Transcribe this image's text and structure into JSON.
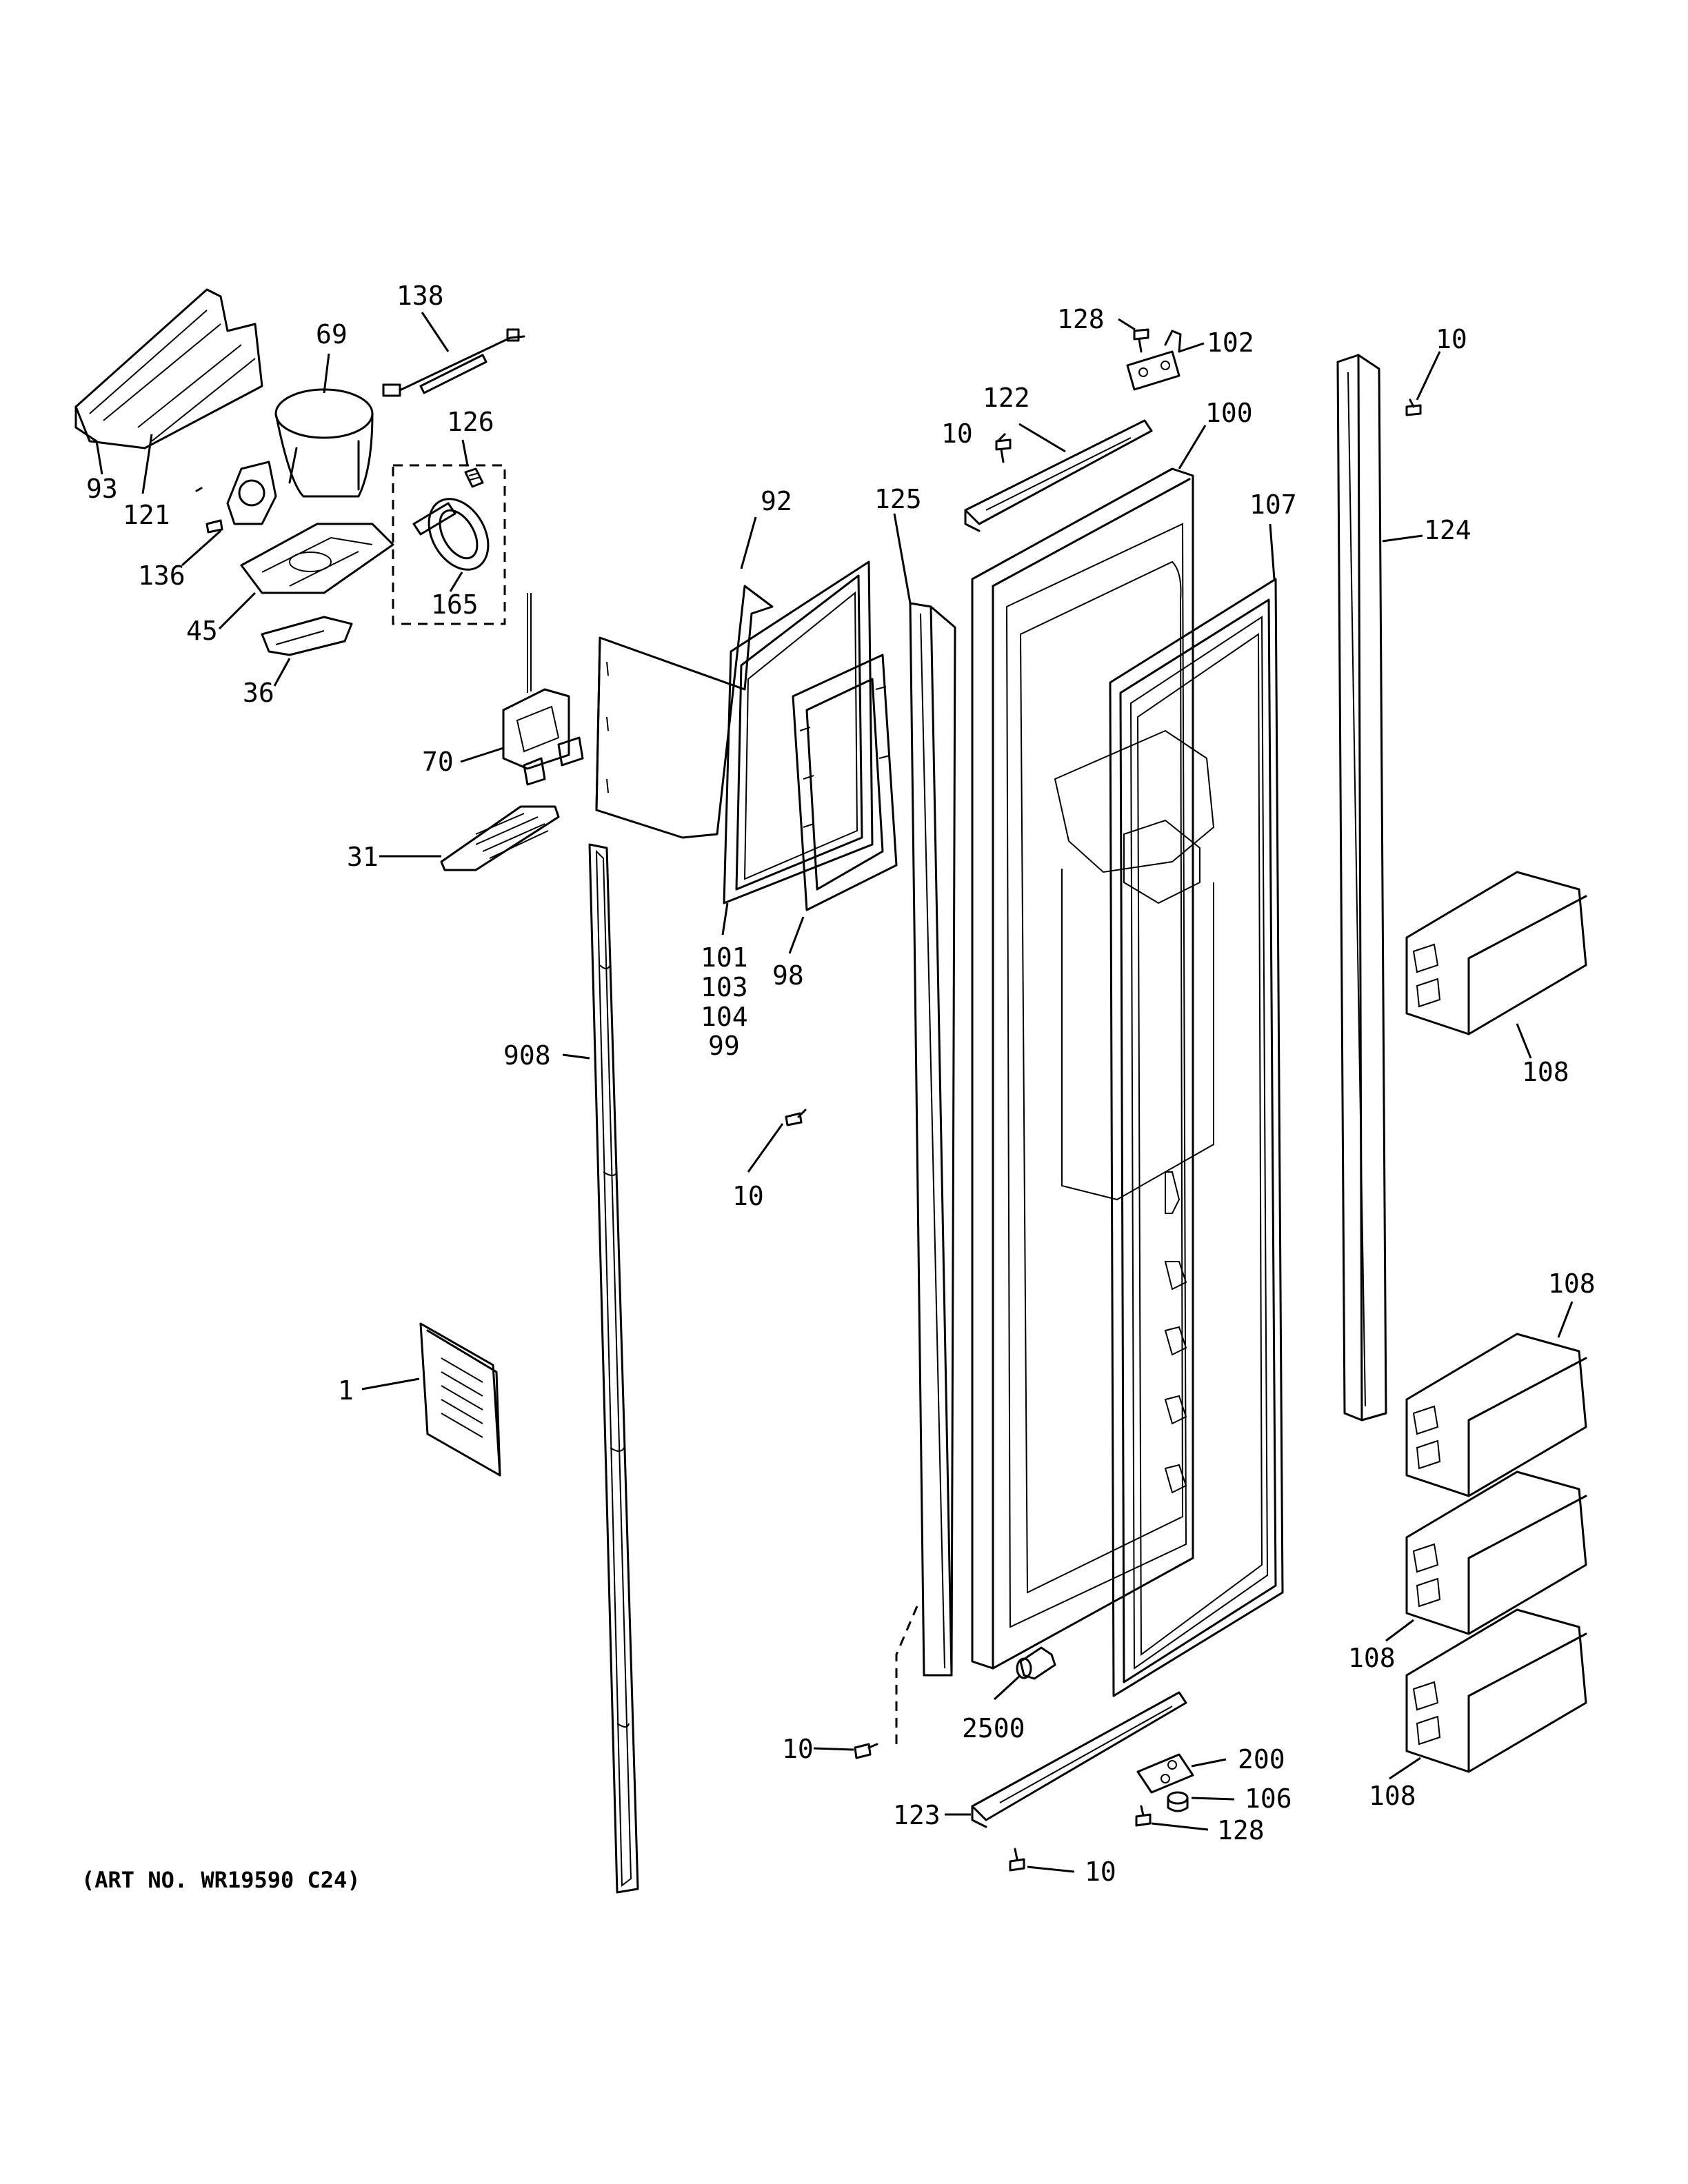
{
  "art_number": "(ART NO. WR19590 C24)",
  "labels": {
    "l138": "138",
    "l69": "69",
    "l126": "126",
    "l93": "93",
    "l121": "121",
    "l136": "136",
    "l45": "45",
    "l36": "36",
    "l165": "165",
    "l70": "70",
    "l31": "31",
    "l92": "92",
    "l125": "125",
    "l101": "101",
    "l103": "103",
    "l104": "104",
    "l99": "99",
    "l98": "98",
    "l908": "908",
    "l10a": "10",
    "l1": "1",
    "l10b": "10",
    "l2500": "2500",
    "l128a": "128",
    "l102": "102",
    "l10c": "10",
    "l122": "122",
    "l10d": "10",
    "l100": "100",
    "l107": "107",
    "l124": "124",
    "l108a": "108",
    "l108b": "108",
    "l108c": "108",
    "l108d": "108",
    "l200": "200",
    "l106": "106",
    "l128b": "128",
    "l123": "123",
    "l10e": "10"
  }
}
